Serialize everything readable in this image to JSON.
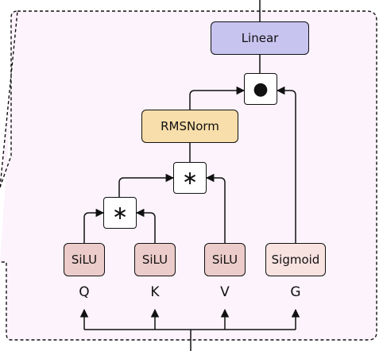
{
  "nodes": {
    "linear": "Linear",
    "rmsnorm": "RMSNorm",
    "silu_q": "SiLU",
    "silu_k": "SiLU",
    "silu_v": "SiLU",
    "sigmoid": "Sigmoid"
  },
  "operators": {
    "gate": "●",
    "mul_qk": "∗",
    "mul_v": "∗"
  },
  "inputs": [
    "Q",
    "K",
    "V",
    "G"
  ],
  "colors": {
    "linear": "#c8c4f0",
    "rmsnorm": "#f8deaa",
    "silu": "#ecccca",
    "sigmoid": "#f9e3e1",
    "block_bg": "#fcf3fc"
  }
}
